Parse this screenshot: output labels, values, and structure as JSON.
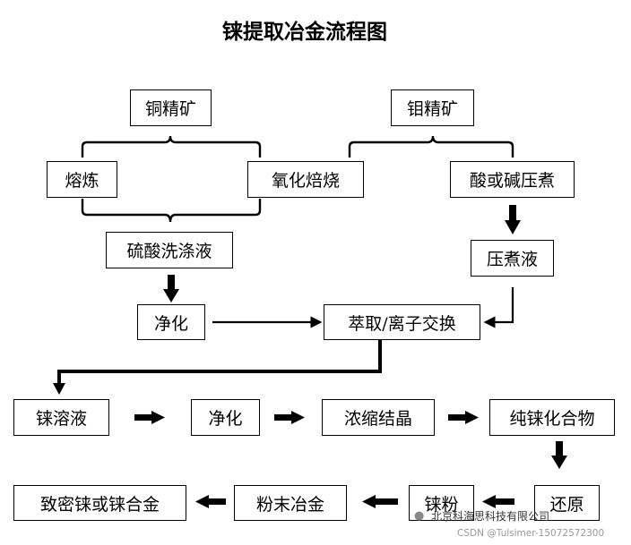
{
  "title": "铼提取冶金流程图",
  "nodes": {
    "copper_concentrate": "铜精矿",
    "molybdenum_concentrate": "钼精矿",
    "smelting": "熔炼",
    "oxidizing_roasting": "氧化焙烧",
    "acid_alkali_leach": "酸或碱压煮",
    "sulfuric_wash": "硫酸洗涤液",
    "pressure_leach_liquor": "压煮液",
    "purification_1": "净化",
    "extraction": "萃取/离子交换",
    "rhenium_solution": "铼溶液",
    "purification_2": "净化",
    "concentrate_crystallize": "浓缩结晶",
    "pure_rhenium_compound": "纯铼化合物",
    "reduction": "还原",
    "rhenium_powder": "铼粉",
    "powder_metallurgy": "粉末冶金",
    "dense_rhenium": "致密铼或铼合金"
  },
  "watermark": {
    "text": "北京科海思科技有限公司",
    "logo_icon": "wechat-icon"
  },
  "csdn_credit": "CSDN @Tulsimer-15072572300"
}
